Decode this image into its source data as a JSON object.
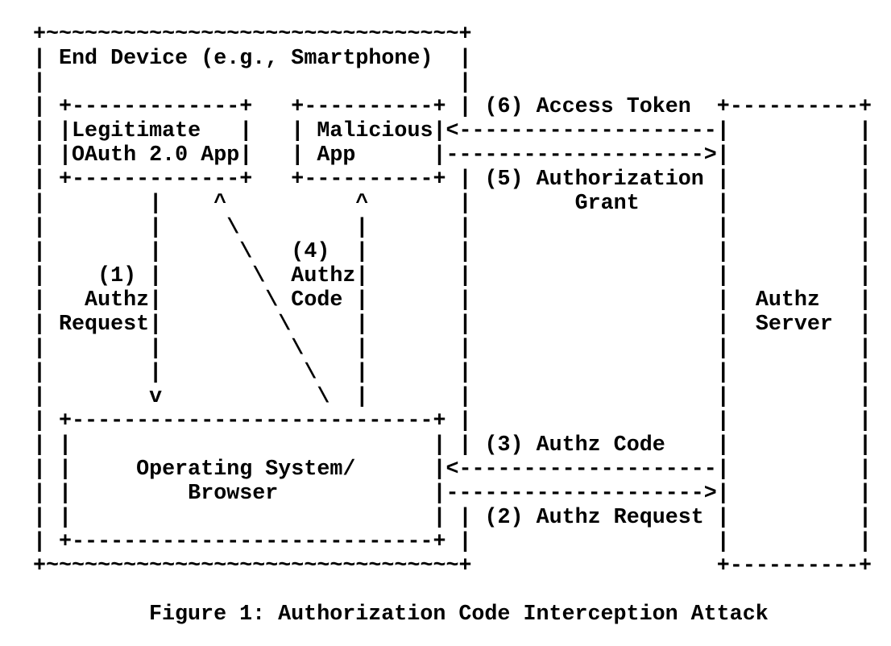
{
  "figure": {
    "ascii_lines": [
      "+~~~~~~~~~~~~~~~~~~~~~~~~~~~~~~~~+",
      "| End Device (e.g., Smartphone)  |",
      "|                                |",
      "| +-------------+   +----------+ | (6) Access Token  +----------+",
      "| |Legitimate   |   | Malicious|<--------------------|          |",
      "| |OAuth 2.0 App|   | App      |-------------------->|          |",
      "| +-------------+   +----------+ | (5) Authorization |          |",
      "|        |    ^          ^       |        Grant      |          |",
      "|        |     \\         |       |                   |          |",
      "|        |      \\   (4)  |       |                   |          |",
      "|    (1) |       \\  Authz|       |                   |          |",
      "|   Authz|        \\ Code |       |                   |  Authz   |",
      "| Request|         \\     |       |                   |  Server  |",
      "|        |          \\    |       |                   |          |",
      "|        |           \\   |       |                   |          |",
      "|        v            \\  |       |                   |          |",
      "| +----------------------------+ |                   |          |",
      "| |                            | | (3) Authz Code    |          |",
      "| |     Operating System/      |<--------------------|          |",
      "| |         Browser            |-------------------->|          |",
      "| |                            | | (2) Authz Request |          |",
      "| +----------------------------+ |                   |          |",
      "+~~~~~~~~~~~~~~~~~~~~~~~~~~~~~~~~+                   +----------+"
    ],
    "caption": "Figure 1: Authorization Code Interception Attack",
    "nodes": [
      "End Device (e.g., Smartphone)",
      "Legitimate OAuth 2.0 App",
      "Malicious App",
      "Operating System/Browser",
      "Authz Server"
    ],
    "steps": [
      "(1) Authz Request",
      "(2) Authz Request",
      "(3) Authz Code",
      "(4) Authz Code",
      "(5) Authorization Grant",
      "(6) Access Token"
    ]
  },
  "colors": {
    "foreground": "#000000",
    "background": "#ffffff"
  }
}
